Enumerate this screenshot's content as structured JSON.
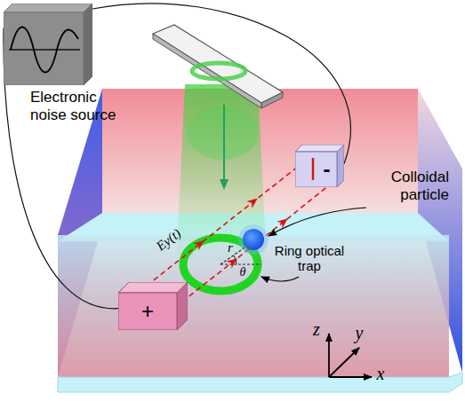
{
  "diagram": {
    "nodes": [
      {
        "text": [
          "Electronic noise source"
        ]
      },
      {
        "text": [
          "+"
        ]
      },
      {
        "text": [
          "-"
        ]
      }
    ],
    "edges": [
      {
        "from": 0,
        "to": 1,
        "arrow": "none"
      },
      {
        "from": 0,
        "to": 2,
        "arrow": "none"
      }
    ],
    "labels": [
      "Colloidal particle",
      "Ring optical trap",
      "Ey(t)",
      "r",
      "θ",
      "z",
      "y",
      "x"
    ]
  }
}
